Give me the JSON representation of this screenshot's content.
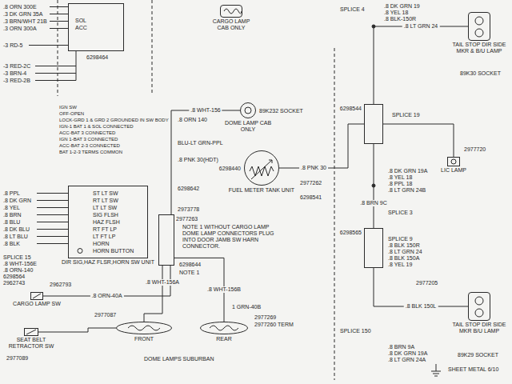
{
  "diagram": {
    "nodes": [
      {
        "text": [
          "SOL",
          "ACC"
        ]
      },
      {
        "text": [
          "ST LT SW",
          "RT LT SW",
          "LT LT SW",
          "SIG FLSH",
          "HAZ FLSH",
          "RT FT LP",
          "LT FT LP",
          "HORN",
          "HORN BUTTON",
          "DIR SIG,HAZ FLSR,HORN SW UNIT"
        ]
      },
      {
        "text": [
          "2977263"
        ]
      },
      {
        "text": [
          "CARGO LAMP CAB ONLY"
        ]
      },
      {
        "text": [
          "89K232 SOCKET",
          "DOME LAMP CAB ONLY"
        ]
      },
      {
        "text": [
          "6298440",
          "FUEL METER TANK UNIT"
        ]
      },
      {
        "text": [
          "CARGO LAMP SW"
        ]
      },
      {
        "text": [
          "SEAT BELT RETRACTOR SW"
        ]
      },
      {
        "text": [
          "FRONT"
        ]
      },
      {
        "text": [
          "REAR"
        ]
      },
      {
        "text": [
          "LIC LAMP"
        ]
      },
      {
        "text": [
          "TAIL STOP DIR SIDE MKR & B/U LAMP"
        ]
      },
      {
        "text": [
          "TAIL STOP DIR SIDE MKR B/U LAMP"
        ]
      },
      {
        "text": [
          "6298544"
        ]
      },
      {
        "text": [
          "6298565"
        ]
      }
    ],
    "edges": [
      {
        "from": 6,
        "to": 2,
        "arrow": "none",
        "label": ".8 ORN-40A"
      },
      {
        "from": 2,
        "to": 8,
        "arrow": "none",
        "label": ".8 WHT-156A"
      },
      {
        "from": 2,
        "to": 9,
        "arrow": "none",
        "label": ".8 WHT-156B"
      },
      {
        "from": 4,
        "to": 2,
        "arrow": "none",
        "label": ".8 WHT-156"
      },
      {
        "from": 5,
        "to": 13,
        "arrow": "none",
        "label": ".8 PNK 30"
      },
      {
        "from": 13,
        "to": 14,
        "arrow": "none",
        "label": ".8 BRN 9C"
      },
      {
        "from": 13,
        "to": 11,
        "arrow": "none",
        "label": ".8 LT GRN 24"
      },
      {
        "from": 13,
        "to": 10,
        "arrow": "none"
      },
      {
        "from": 14,
        "to": 12,
        "arrow": "none",
        "label": ".8 BLK 150L"
      },
      {
        "from": 7,
        "to": 8,
        "arrow": "none"
      }
    ],
    "labels": [
      ".8 ORN 300E",
      ".3 DK GRN 35A",
      ".3 BRN/WHT 21B",
      ".3 ORN 300A",
      "-3 RD-5",
      "-3 RED-2C",
      "-3 BRN-4",
      "-3 RED-2B",
      "6298464",
      "IGN SW",
      "OFF-OPEN",
      "LOCK-GRD 1 & GRD 2 GROUNDED IN SW BODY",
      "IGN-1 BAT 1 & SOL CONNECTED",
      "ACC-BAT 3 CONNECTED",
      "IGN 1-BAT 3 CONNECTED",
      "ACC-BAT 2-3 CONNECTED",
      "BAT 1-2-3 TERMS COMMON",
      ".8 PPL",
      ".8 DK GRN",
      ".8 YEL",
      ".8 BRN",
      ".8 BLU",
      ".8 DK BLU",
      ".8 LT BLU",
      ".8 BLK",
      "SPLICE 15",
      ".8 WHT-156E",
      ".8 ORN-140",
      "6298564",
      "2962743",
      "2962793",
      "2977087",
      "2977089",
      "DOME LAMPS SUBURBAN",
      "1 GRN-40B",
      "2977269",
      "2977260 TERM",
      ".8 ORN 140",
      "BLU-LT GRN-PPL",
      ".8 PNK 30(HDT)",
      "6298642",
      "2977262",
      "6298541",
      "2973778",
      "NOTE 1 WITHOUT CARGO LAMP DOME LAMP CONNECTORS PLUG INTO DOOR JAMB SW HARN CONNECTOR.",
      "6298644",
      "NOTE 1",
      "SPLICE 4",
      ".8 DK GRN 19",
      ".8 YEL 18",
      ".8 BLK-150R",
      "89K30 SOCKET",
      "SPLICE 19",
      "2977720",
      ".8 DK GRN 19A",
      ".8 YEL 18",
      ".8 PPL 18",
      ".8 LT GRN 24B",
      "SPLICE 3",
      "SPLICE 9",
      ".8 BLK 150R",
      ".8 LT GRN 24",
      ".8 BLK 150A",
      ".8 YEL 19",
      "2977205",
      "SPLICE 150",
      ".8 BRN 9A",
      ".8 DK GRN 19A",
      ".8 LT GRN 24A",
      "89K29 SOCKET",
      "SHEET METAL 6/10"
    ]
  }
}
